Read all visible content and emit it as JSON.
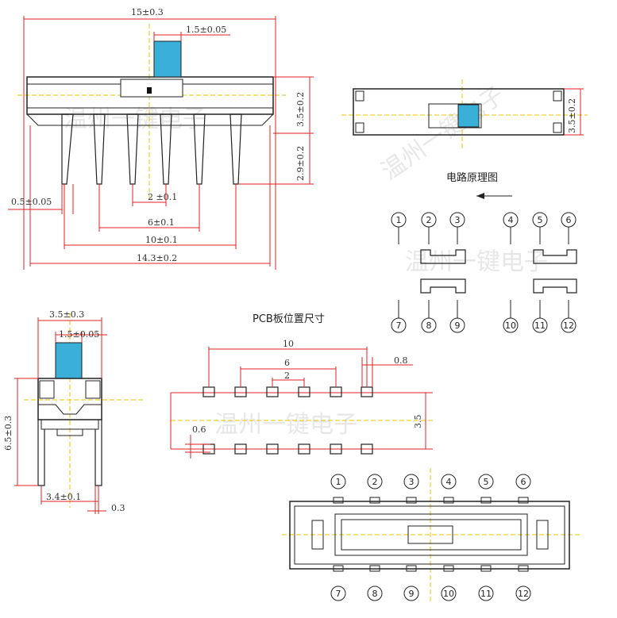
{
  "top_view": {
    "overall_width": "15±0.3",
    "knob_width": "1.5±0.05",
    "body_height": "3.5±0.2",
    "pin_length": "2.9±0.2",
    "pin_width": "0.5±0.05",
    "pitch": "2 ±0.1",
    "span_6": "6±0.1",
    "span_10": "10±0.1",
    "overall_pins": "14.3±0.2"
  },
  "side_top_right": {
    "height": "3.5±0.2"
  },
  "schematic": {
    "title": "电路原理图",
    "top_pins": [
      "1",
      "2",
      "3",
      "4",
      "5",
      "6"
    ],
    "bottom_pins": [
      "7",
      "8",
      "9",
      "10",
      "11",
      "12"
    ]
  },
  "side_view": {
    "width": "3.5±0.3",
    "knob_width": "1.5±0.05",
    "height": "6.5±0.3",
    "pin_span": "3.4±0.1",
    "pin_thick": "0.3"
  },
  "pcb": {
    "title": "PCB板位置尺寸",
    "span_10": "10",
    "span_6": "6",
    "pitch": "2",
    "pad_w": "0.8",
    "pad_h": "0.6",
    "row_gap": "3.5"
  },
  "bottom_view": {
    "top_pins": [
      "1",
      "2",
      "3",
      "4",
      "5",
      "6"
    ],
    "bottom_pins": [
      "7",
      "8",
      "9",
      "10",
      "11",
      "12"
    ]
  },
  "watermark": "温州一键电子",
  "colors": {
    "dim_red": "#e02020",
    "guide_yellow": "#e8c400",
    "knob_cyan": "#3ab0d8",
    "ink": "#222222"
  }
}
